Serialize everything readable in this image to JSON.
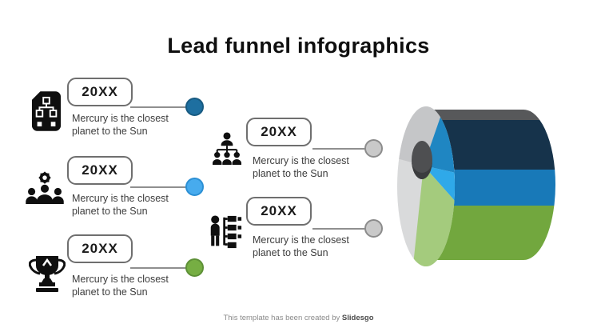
{
  "slide_title": "Lead funnel infographics",
  "items": [
    {
      "year": "20XX",
      "description": "Mercury is the closest planet to the Sun",
      "icon": "org-chart-card",
      "dot": {
        "fill": "#1E6FA0",
        "border": "#175A81"
      }
    },
    {
      "year": "20XX",
      "description": "Mercury is the closest planet to the Sun",
      "icon": "team-gear",
      "dot": {
        "fill": "#47ABEE",
        "border": "#2B8FD4"
      }
    },
    {
      "year": "20XX",
      "description": "Mercury is the closest planet to the Sun",
      "icon": "trophy",
      "dot": {
        "fill": "#76AE43",
        "border": "#5D9036"
      }
    },
    {
      "year": "20XX",
      "description": "Mercury is the closest planet to the Sun",
      "icon": "people-tree",
      "dot": {
        "fill": "#C9C9C9",
        "border": "#8C8C8C"
      }
    },
    {
      "year": "20XX",
      "description": "Mercury is the closest planet to the Sun",
      "icon": "person-blocks",
      "dot": {
        "fill": "#C9C9C9",
        "border": "#8C8C8C"
      }
    }
  ],
  "footer": {
    "prefix": "This template has been created by ",
    "brand": "Slidesgo"
  },
  "chart_data": {
    "type": "pie",
    "style": "3d-horizontal-cylinder-donut",
    "title": "",
    "segments": [
      {
        "name": "segment-top",
        "side_color": "#16334B",
        "face_color": "#1F86C2",
        "share_estimate": 0.33
      },
      {
        "name": "segment-middle",
        "side_color": "#1879B8",
        "face_color": "#2FA9E9",
        "share_estimate": 0.24
      },
      {
        "name": "segment-bottom",
        "side_color": "#72A73E",
        "face_color": "#A4CB7D",
        "share_estimate": 0.43
      }
    ],
    "neutral_colors": {
      "face_gray": "#D9DADB",
      "face_gray_dark": "#C5C6C8",
      "top_edge": "#57585A",
      "hole": "#4E4F51",
      "hole_shadow": "#3B3C3E"
    }
  }
}
